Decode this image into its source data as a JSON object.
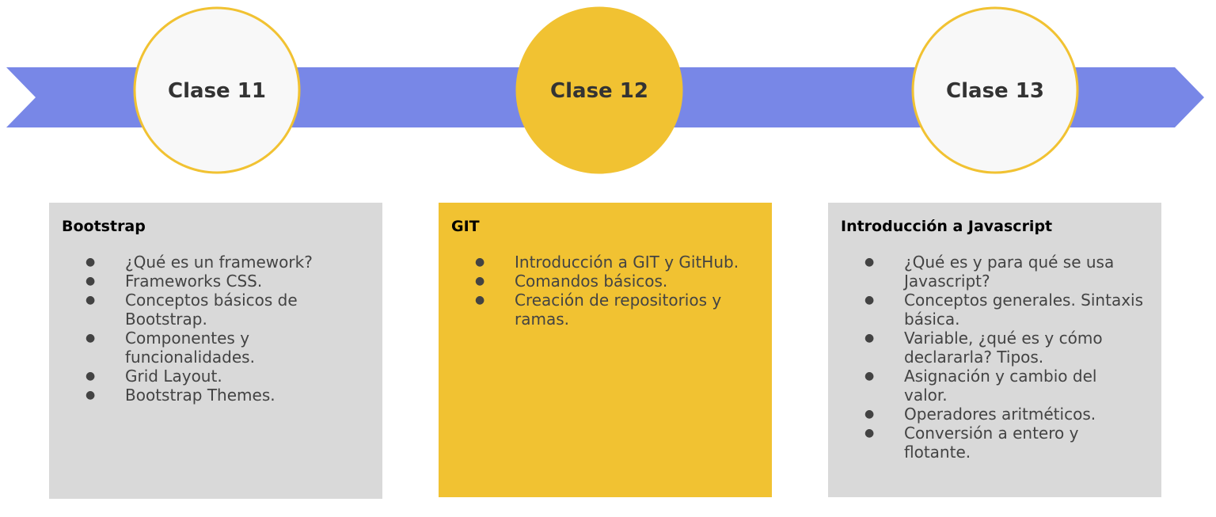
{
  "colors": {
    "arrow": "#7887e7",
    "accent": "#f1c232",
    "circle_fill": "#f8f8f8",
    "card_grey": "#d9d9d9"
  },
  "classes": [
    {
      "label": "Clase 11",
      "highlight": false,
      "title": "Bootstrap",
      "items": [
        "¿Qué es un framework?",
        "Frameworks CSS.",
        "Conceptos básicos de Bootstrap.",
        "Componentes y funcionalidades.",
        "Grid Layout.",
        "Bootstrap Themes."
      ]
    },
    {
      "label": "Clase 12",
      "highlight": true,
      "title": "GIT",
      "items": [
        "Introducción a GIT y GitHub.",
        "Comandos básicos.",
        "Creación de repositorios y ramas."
      ]
    },
    {
      "label": "Clase 13",
      "highlight": false,
      "title": "Introducción a Javascript",
      "items": [
        "¿Qué es y para qué se usa Javascript?",
        "Conceptos generales. Sintaxis básica.",
        "Variable, ¿qué es y cómo declararla? Tipos.",
        "Asignación y cambio del valor.",
        "Operadores aritméticos.",
        "Conversión a entero y flotante."
      ]
    }
  ]
}
